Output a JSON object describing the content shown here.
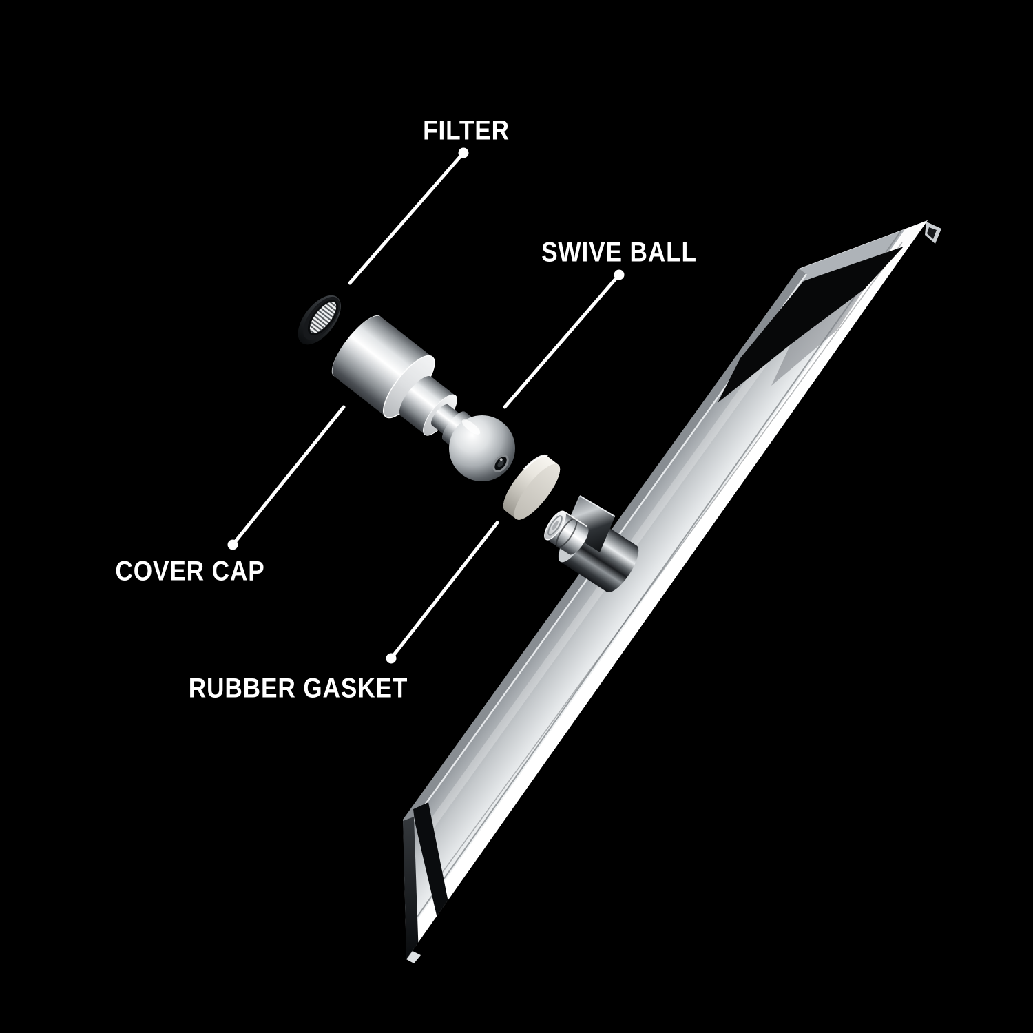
{
  "diagram": {
    "subject": "square rain shower head exploded parts view",
    "background_color": "#000000"
  },
  "labels": {
    "filter": "FILTER",
    "swivel_ball": "SWIVE BALL",
    "cover_cap": "COVER CAP",
    "rubber_gasket": "RUBBER GASKET"
  },
  "colors": {
    "label_text": "#ffffff",
    "leader_line": "#ffffff",
    "chrome_highlight": "#ffffff",
    "chrome_mid": "#9aa0a5",
    "chrome_shadow": "#16181a",
    "filter_ring": "#17191c",
    "filter_mesh": "#eef0f1",
    "rubber_gasket_tone": "#e8e5de",
    "panel_face": "#c3c7ca"
  }
}
